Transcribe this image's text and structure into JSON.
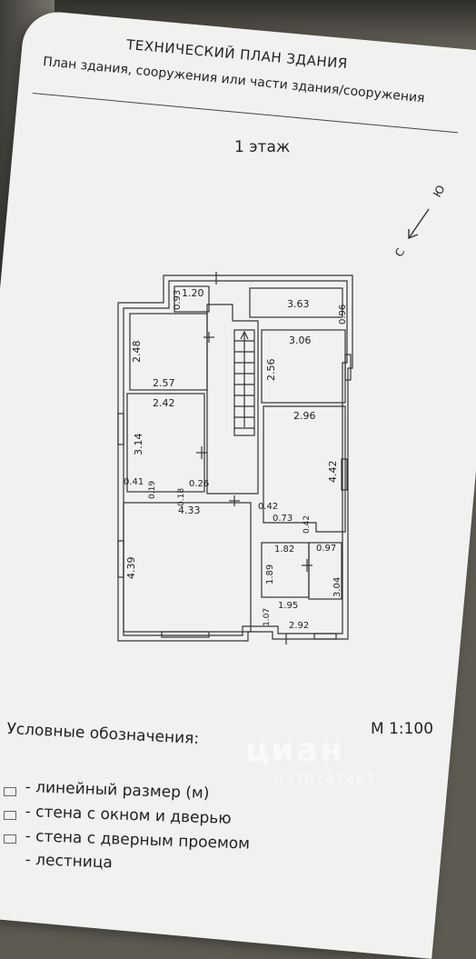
{
  "header": {
    "title": "ТЕХНИЧЕСКИЙ ПЛАН ЗДАНИЯ",
    "subtitle": "План здания, сооружения или части здания/сооружения"
  },
  "floor_label": "1 этаж",
  "compass": {
    "north_label": "С",
    "south_label": "Ю"
  },
  "scale": "М 1:100",
  "dimensions": {
    "d_0_93": "0.93",
    "d_1_20": "1.20",
    "d_3_63": "3.63",
    "d_0_96": "0.96",
    "d_2_48": "2.48",
    "d_2_57": "2.57",
    "d_3_06": "3.06",
    "d_2_56": "2.56",
    "d_2_42": "2.42",
    "d_3_14": "3.14",
    "d_2_96": "2.96",
    "d_4_42": "4.42",
    "d_0_41": "0.41",
    "d_0_19": "0.19",
    "d_0_18": "0.18",
    "d_0_26": "0.26",
    "d_4_33": "4.33",
    "d_0_42a": "0.42",
    "d_0_73": "0.73",
    "d_0_42b": "0.42",
    "d_4_39": "4.39",
    "d_1_82": "1.82",
    "d_0_97": "0.97",
    "d_1_89": "1.89",
    "d_3_04": "3.04",
    "d_1_95": "1.95",
    "d_1_07": "1.07",
    "d_2_92": "2.92"
  },
  "legend": {
    "title": "Условные обозначения:",
    "items": [
      "- линейный размер (м)",
      "- стена с окном и дверью",
      "- стена с дверным проемом",
      "- лестница"
    ]
  },
  "watermark": {
    "brand": "циан",
    "number": "0318147487"
  }
}
